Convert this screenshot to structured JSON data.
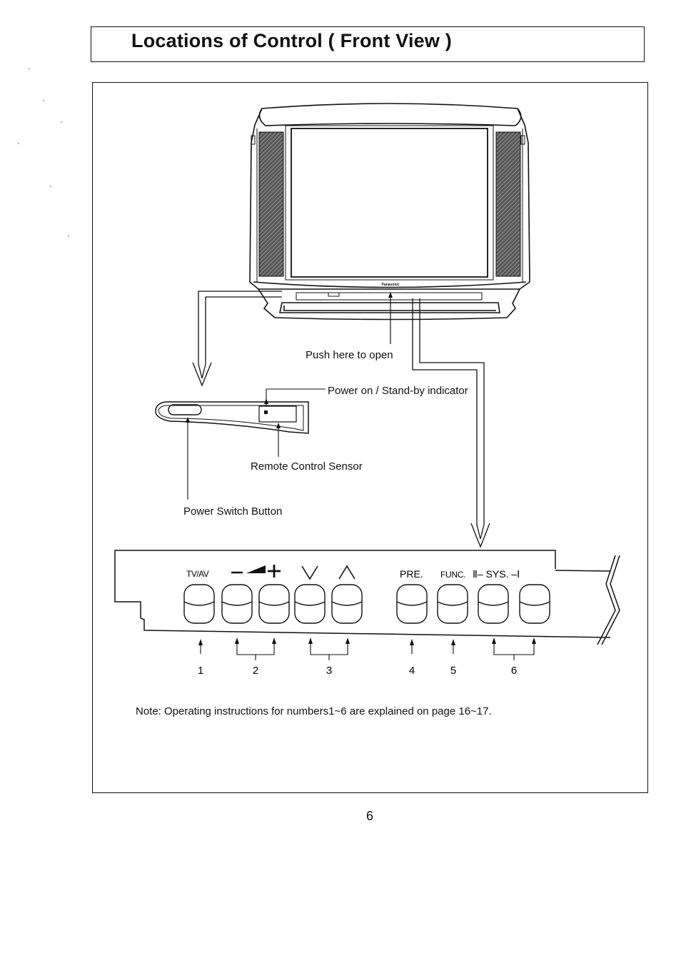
{
  "title": "Locations of Control ( Front View )",
  "tv": {
    "brand": "Panasonic"
  },
  "callouts": {
    "push_here": "Push here to open",
    "power_indicator": "Power on / Stand-by indicator",
    "remote_sensor": "Remote Control Sensor",
    "power_switch": "Power Switch Button"
  },
  "panel": {
    "labels": {
      "tvav": "TV/AV",
      "volume": "— ◢+",
      "ch_down": "∨",
      "ch_up": "∧",
      "pre": "PRE.",
      "func": "FUNC.",
      "sys": "Ⅱ–  SYS.  –Ⅰ"
    },
    "numbers": [
      "1",
      "2",
      "3",
      "4",
      "5",
      "6"
    ]
  },
  "note": "Note: Operating instructions for numbers1~6 are explained on page 16~17.",
  "page_number": "6"
}
